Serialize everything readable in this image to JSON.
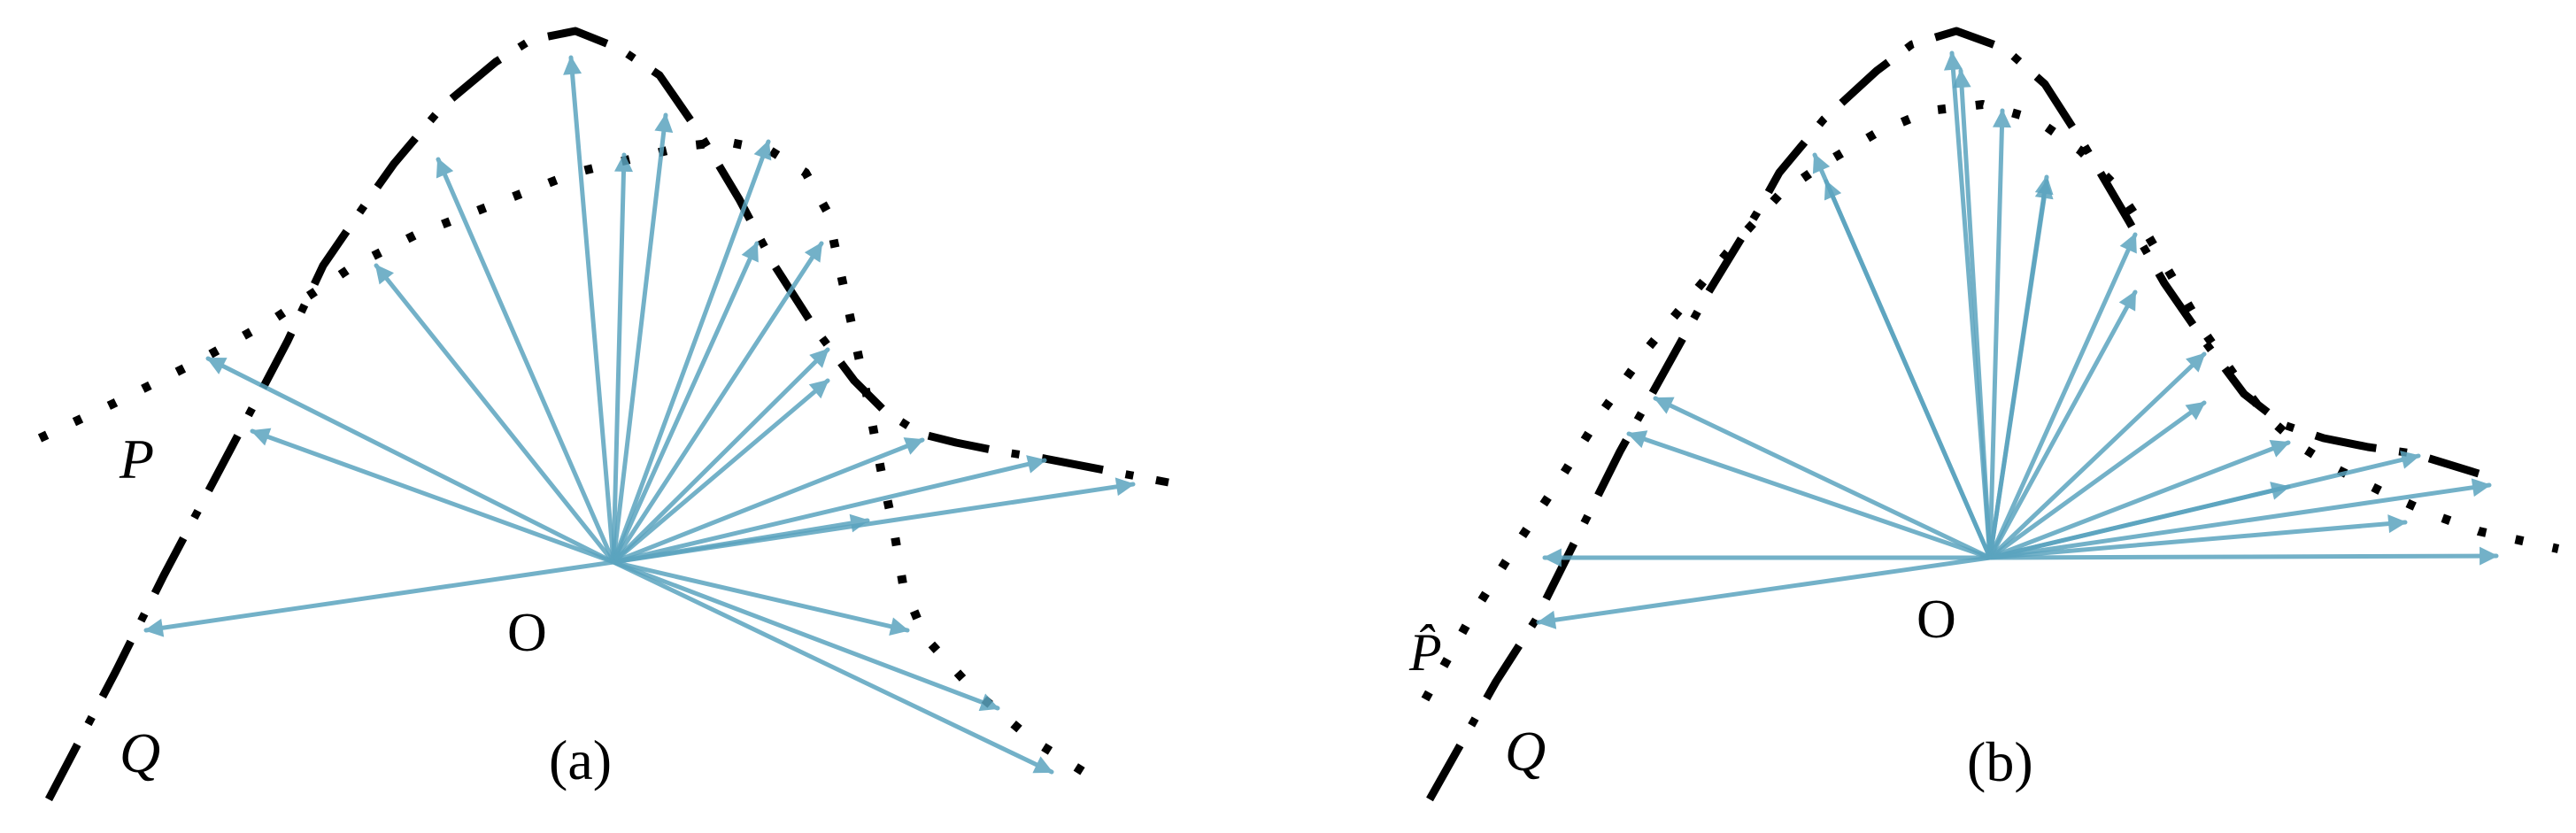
{
  "colors": {
    "arrow": "#5ba4bf",
    "curve": "#000000"
  },
  "panel_a": {
    "caption": "(a)",
    "origin_label": "O",
    "label_p": "P",
    "label_q": "Q"
  },
  "panel_b": {
    "caption": "(b)",
    "origin_label": "O",
    "label_p_hat": "P̂",
    "label_q": "Q"
  }
}
